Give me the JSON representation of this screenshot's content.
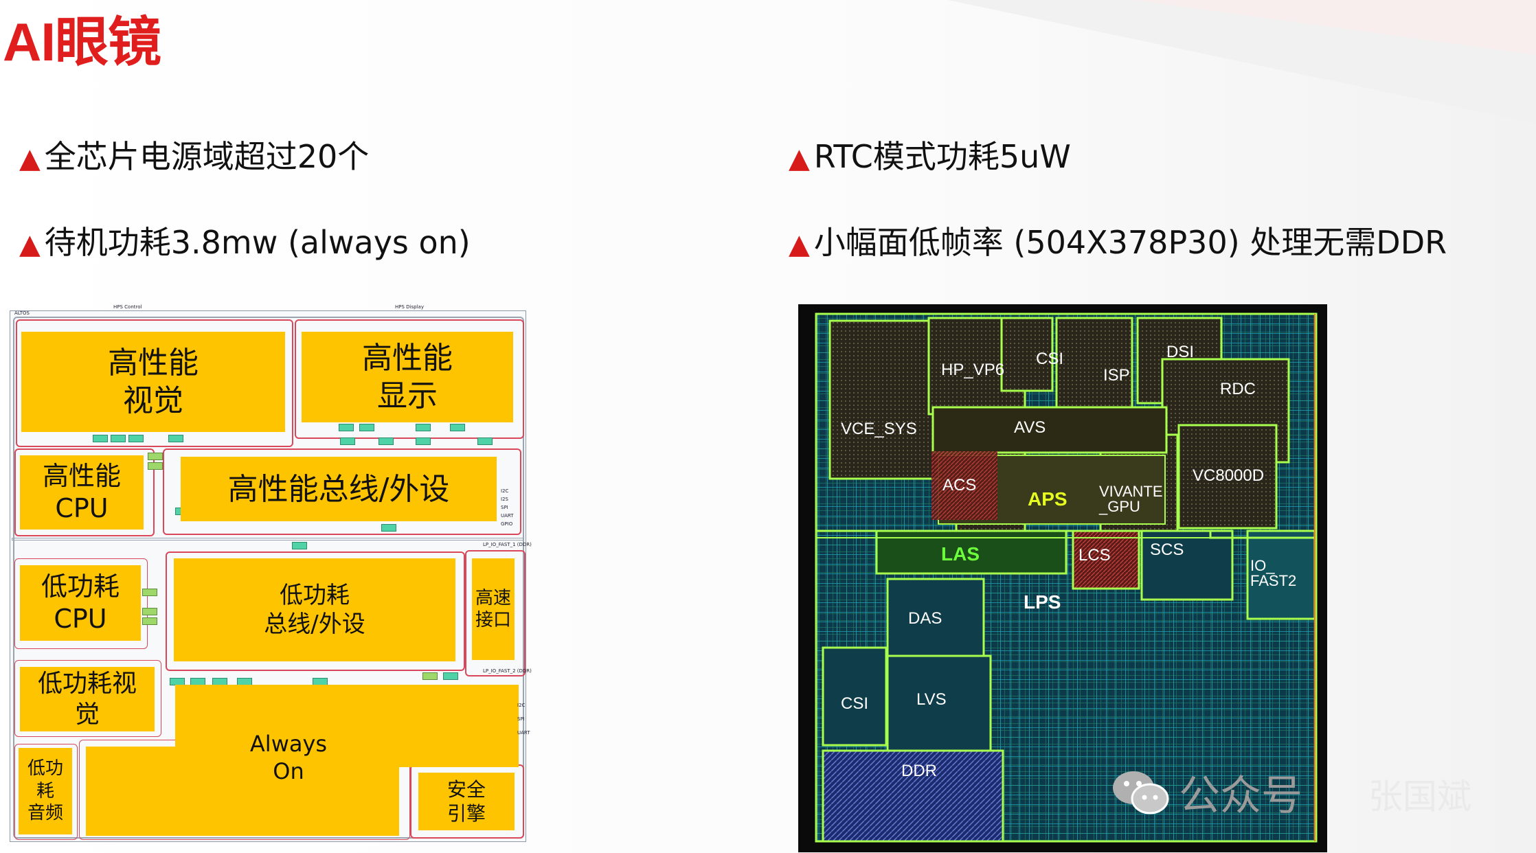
{
  "slide": {
    "title": "AI眼镜",
    "bullets": [
      {
        "marker": "▲",
        "text": "全芯片电源域超过20个"
      },
      {
        "marker": "▲",
        "text": "待机功耗3.8mw (always on)"
      },
      {
        "marker": "▲",
        "text": "RTC模式功耗5uW"
      },
      {
        "marker": "▲",
        "text": "小幅面低帧率 (504X378P30) 处理无需DDR"
      }
    ]
  },
  "block_diagram": {
    "blocks": [
      {
        "id": "hp-vision",
        "label": "高性能\n视觉"
      },
      {
        "id": "hp-display",
        "label": "高性能\n显示"
      },
      {
        "id": "hp-cpu",
        "label": "高性能\nCPU"
      },
      {
        "id": "hp-bus",
        "label": "高性能总线/外设"
      },
      {
        "id": "lp-cpu",
        "label": "低功耗\nCPU"
      },
      {
        "id": "lp-bus",
        "label": "低功耗\n总线/外设"
      },
      {
        "id": "hs-if",
        "label": "高速\n接口"
      },
      {
        "id": "lp-vision",
        "label": "低功耗视\n觉"
      },
      {
        "id": "always-on",
        "label": "Always\nOn"
      },
      {
        "id": "lp-audio",
        "label": "低功\n耗\n音频"
      },
      {
        "id": "security",
        "label": "安全\n引擎"
      }
    ]
  },
  "die_layout": {
    "labels": {
      "vce_sys": "VCE_SYS",
      "hp_vp6": "HP_VP6",
      "csi_top": "CSI",
      "isp": "ISP",
      "dsi": "DSI",
      "rdc": "RDC",
      "avs": "AVS",
      "acs": "ACS",
      "aps": "APS",
      "vivante_gpu": "VIVANTE\n_GPU",
      "vc8000d": "VC8000D",
      "las": "LAS",
      "lcs": "LCS",
      "scs": "SCS",
      "io_fast2": "IO_\nFAST2",
      "das": "DAS",
      "lps": "LPS",
      "csi_bottom": "CSI",
      "lvs": "LVS",
      "ddr": "DDR"
    }
  },
  "watermark": {
    "icon": "wechat-icon",
    "text": "公众号",
    "name": "张国斌"
  },
  "colors": {
    "title": "#e01e1e",
    "marker": "#d71a1a",
    "block": "#ffc400",
    "die_bg": "#0a0a0a",
    "die_outline": "#a8ff4e",
    "die_label_highlight": "#e6ff20"
  }
}
